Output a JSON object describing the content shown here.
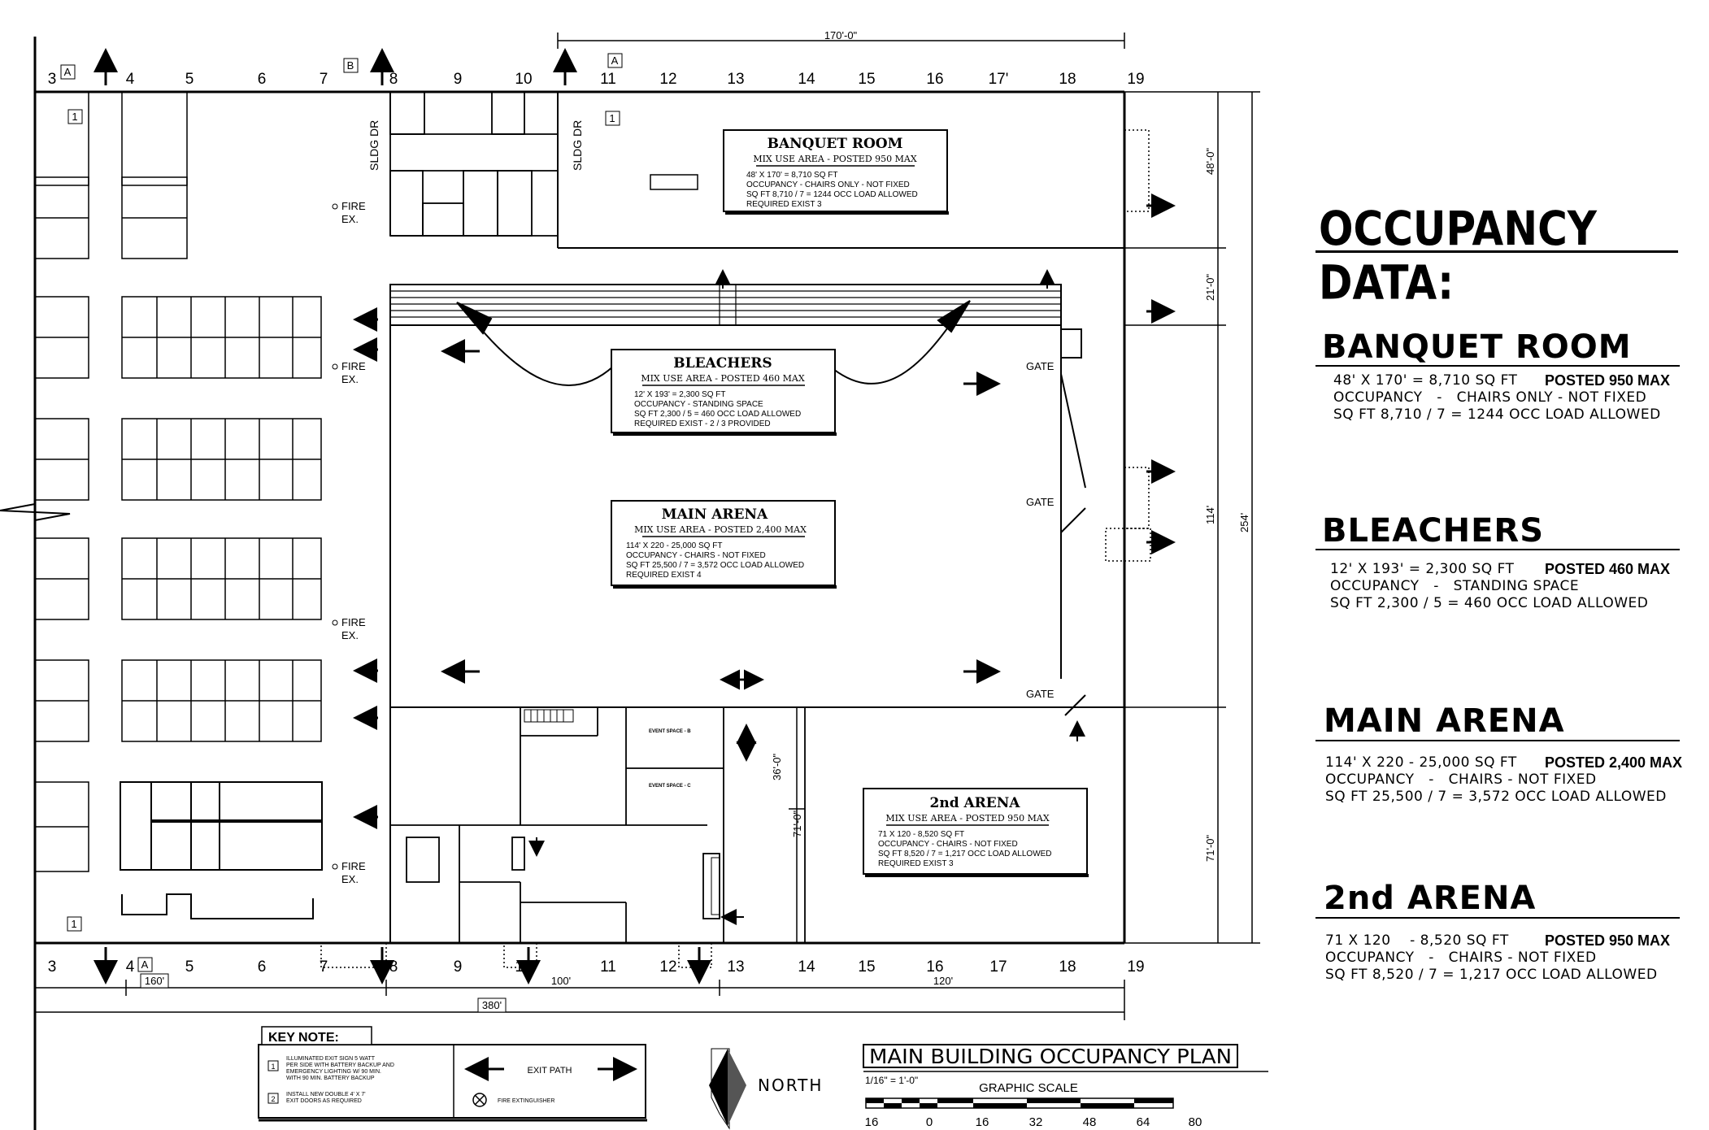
{
  "overall": {
    "top_dim": "170'-0\"",
    "bottom_dim_left": "160'",
    "bottom_dim_mid": "100'",
    "bottom_dim_right": "120'",
    "bottom_dim_total": "380'",
    "right_dim_48": "48'-0\"",
    "right_dim_21": "21'-0\"",
    "right_dim_114": "114'",
    "right_dim_254": "254'",
    "right_dim_71": "71'-0\"",
    "inner_dim_36": "36'-0\"",
    "inner_dim_71": "71'-0\""
  },
  "grid_top": [
    "3",
    "4",
    "5",
    "6",
    "7",
    "8",
    "9",
    "10",
    "11",
    "12",
    "13",
    "14",
    "15",
    "16",
    "17'",
    "18",
    "19"
  ],
  "grid_bottom": [
    "3",
    "4",
    "5",
    "6",
    "7",
    "8",
    "9",
    "10",
    "11",
    "12",
    "13",
    "14",
    "15",
    "16",
    "17",
    "18",
    "19"
  ],
  "door_tags": {
    "a": "A",
    "b": "B",
    "one": "1",
    "two": "2"
  },
  "labels": {
    "sldg_dr": "SLDG DR",
    "fire_ex_1": "FIRE",
    "fire_ex_2": "EX.",
    "gate": "GATE"
  },
  "rooms": {
    "banquet": {
      "title": "BANQUET ROOM",
      "subtitle": "MIX USE AREA -  POSTED 950 MAX",
      "line1": "48' X 170' = 8,710 SQ FT",
      "line2": "OCCUPANCY   -   CHAIRS ONLY - NOT FIXED",
      "line3": "SQ FT 8,710 / 7 = 1244 OCC LOAD ALLOWED",
      "line4": "REQUIRED EXIST  3"
    },
    "bleachers": {
      "title": "BLEACHERS",
      "subtitle": "MIX USE AREA -  POSTED 460 MAX",
      "line1": "12' X 193' = 2,300 SQ FT",
      "line2": "OCCUPANCY   -   STANDING SPACE",
      "line3": "SQ FT 2,300 / 5 = 460 OCC LOAD ALLOWED",
      "line4": "REQUIRED EXIST - 2    /    3 PROVIDED"
    },
    "main_arena": {
      "title": "MAIN ARENA",
      "subtitle": "MIX USE AREA -  POSTED 2,400 MAX",
      "line1": "114' X 220   -  25,000 SQ FT",
      "line2": "OCCUPANCY   -   CHAIRS - NOT FIXED",
      "line3": "SQ FT 25,500 / 7 = 3,572 OCC LOAD ALLOWED",
      "line4": "REQUIRED EXIST    4"
    },
    "arena2": {
      "title": "2nd ARENA",
      "subtitle": "MIX USE AREA - POSTED 950 MAX",
      "line1": "71 X 120    -  8,520 SQ FT",
      "line2": "OCCUPANCY   -   CHAIRS - NOT FIXED",
      "line3": "SQ FT 8,520 / 7 = 1,217 OCC LOAD ALLOWED",
      "line4": "REQUIRED EXIST      3"
    },
    "event_b": "EVENT SPACE - B",
    "event_c": "EVENT SPACE - C"
  },
  "key_note": {
    "title": "KEY NOTE:",
    "note1": "ILLUMINATED EXIT SIGN 5 WATT\nPER SIDE WITH BATTERY BACKUP AND\nEMERGENCY LIGHTING W/ 90 MIN.\nWITH 90 MIN. BATTERY BACKUP",
    "note2": "INSTALL NEW DOUBLE 4' X 7'\nEXIT DOORS AS REQUIRED",
    "exit_path": "EXIT PATH",
    "fire_ext": "FIRE EXTINGUISHER"
  },
  "north": "NORTH",
  "plan_title": "MAIN BUILDING OCCUPANCY PLAN",
  "scale_text": "1/16\" = 1'-0\"",
  "graphic_scale": "GRAPHIC SCALE",
  "scale_ticks": [
    "16",
    "0",
    "16",
    "32",
    "48",
    "64",
    "80"
  ],
  "occupancy": {
    "heading": "OCCUPANCY DATA:",
    "banquet": {
      "title": "BANQUET ROOM",
      "line1": "48' X 170' = 8,710 SQ FT",
      "posted": "POSTED 950 MAX",
      "line2": "OCCUPANCY   -   CHAIRS ONLY - NOT FIXED",
      "line3": "SQ FT 8,710 / 7 = 1244 OCC LOAD ALLOWED"
    },
    "bleachers": {
      "title": "BLEACHERS",
      "line1": "12' X 193' = 2,300 SQ FT",
      "posted": "POSTED 460 MAX",
      "line2": "OCCUPANCY   -   STANDING SPACE",
      "line3": "SQ FT 2,300 / 5 = 460 OCC LOAD ALLOWED"
    },
    "main_arena": {
      "title": "MAIN ARENA",
      "line1": "114' X 220 - 25,000 SQ FT",
      "posted": "POSTED 2,400 MAX",
      "line2": "OCCUPANCY   -   CHAIRS - NOT FIXED",
      "line3": "SQ FT 25,500 / 7 = 3,572 OCC LOAD ALLOWED"
    },
    "arena2": {
      "title": "2nd ARENA",
      "line1": "71 X 120    - 8,520 SQ FT",
      "posted": "POSTED 950 MAX",
      "line2": "OCCUPANCY   -   CHAIRS - NOT FIXED",
      "line3": "SQ FT 8,520 / 7 = 1,217 OCC LOAD ALLOWED"
    }
  }
}
